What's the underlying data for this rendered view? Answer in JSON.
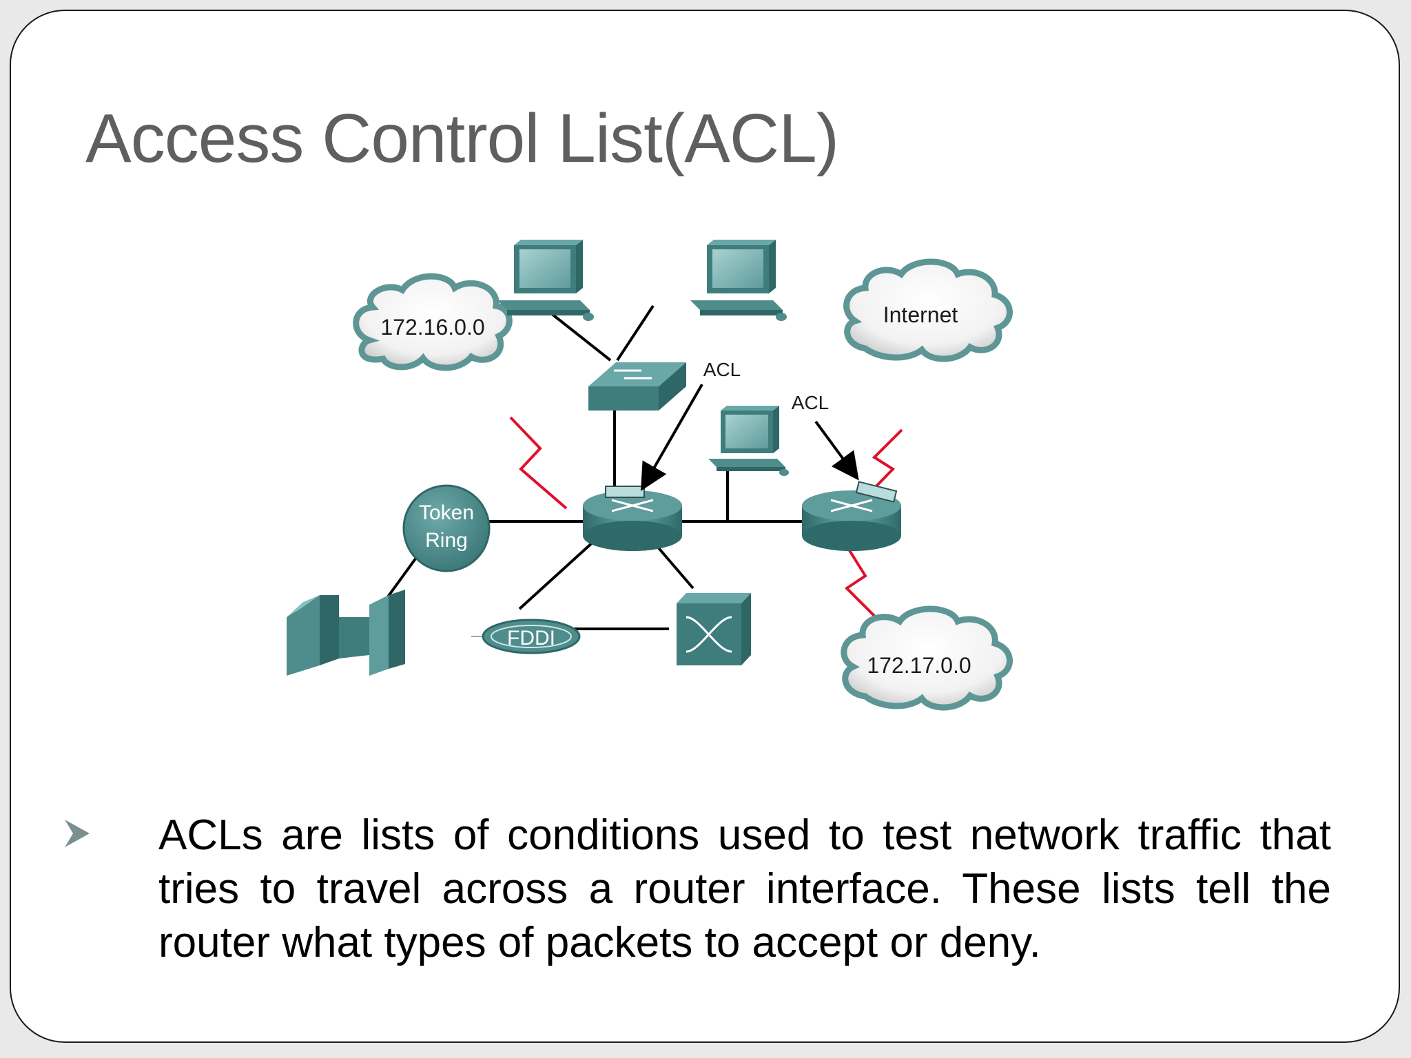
{
  "slide": {
    "title": "Access Control List(ACL)"
  },
  "diagram": {
    "clouds": {
      "left_network": "172.16.0.0",
      "internet": "Internet",
      "bottom_network": "172.17.0.0"
    },
    "acl_labels": {
      "switch_side": "ACL",
      "router_side": "ACL"
    },
    "token_ring": {
      "line1": "Token",
      "line2": "Ring"
    },
    "fddi": "FDDI"
  },
  "bullet": {
    "text": "ACLs are lists of conditions used to test network traffic that tries to travel across a router interface. These lists tell the router what types of packets to accept or deny."
  },
  "colors": {
    "device_teal": "#4f8d8d",
    "device_dark": "#2f6767",
    "wan_link": "#e0102a",
    "cloud_edge": "#5e9595",
    "acl_interface": "#b9dcdc",
    "title_gray": "#5f5f5f"
  }
}
